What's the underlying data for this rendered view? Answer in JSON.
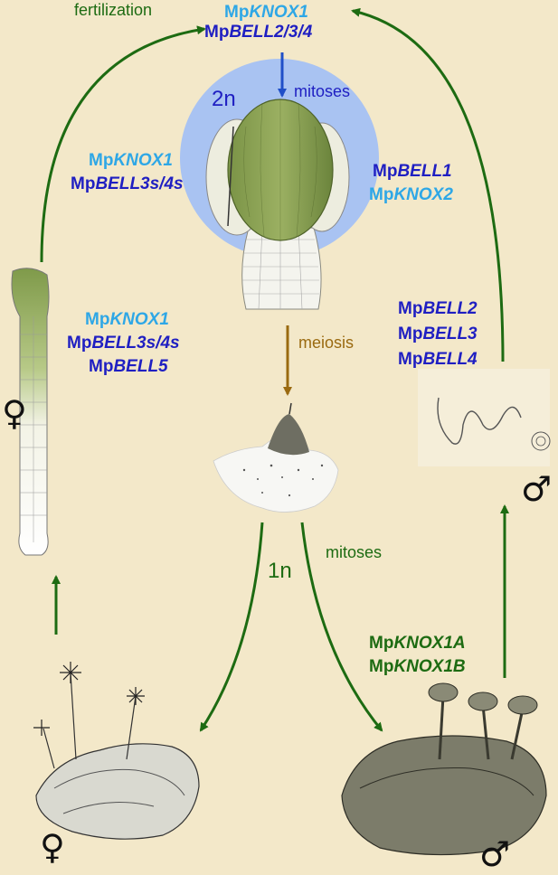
{
  "labels": {
    "fertilization": "fertilization",
    "top_gene_1_prefix": "Mp",
    "top_gene_1_name": "KNOX1",
    "top_gene_2_prefix": "Mp",
    "top_gene_2_name": "BELL2/3/4",
    "mitoses_top": "mitoses",
    "ploidy_2n": "2n",
    "left_sporo_1_prefix": "Mp",
    "left_sporo_1_name": "KNOX1",
    "left_sporo_2_prefix": "Mp",
    "left_sporo_2_name": "BELL3s/4s",
    "right_sporo_1_prefix": "Mp",
    "right_sporo_1_name": "BELL1",
    "right_sporo_2_prefix": "Mp",
    "right_sporo_2_name": "KNOX2",
    "egg_1_prefix": "Mp",
    "egg_1_name": "KNOX1",
    "egg_2_prefix": "Mp",
    "egg_2_name": "BELL3s/4s",
    "egg_3_prefix": "Mp",
    "egg_3_name": "BELL5",
    "sperm_1_prefix": "Mp",
    "sperm_1_name": "BELL2",
    "sperm_2_prefix": "Mp",
    "sperm_2_name": "BELL3",
    "sperm_3_prefix": "Mp",
    "sperm_3_name": "BELL4",
    "meiosis": "meiosis",
    "ploidy_1n": "1n",
    "mitoses_bottom": "mitoses",
    "male_gene_1_prefix": "Mp",
    "male_gene_1_name": "KNOX1A",
    "male_gene_2_prefix": "Mp",
    "male_gene_2_name": "KNOX1B",
    "female_symbol_egg": "♀",
    "male_symbol_sperm": "♂",
    "female_symbol_plant": "♀",
    "male_symbol_plant": "♂"
  },
  "colors": {
    "background": "#f3e8c9",
    "arrow_green": "#1d6b12",
    "arrow_blue": "#1f4fc8",
    "arrow_brown": "#9a6a10",
    "circle_blue": "#a9c3f2",
    "light_blue_text": "#2ea7e6",
    "dark_blue_text": "#1f1fc2"
  }
}
